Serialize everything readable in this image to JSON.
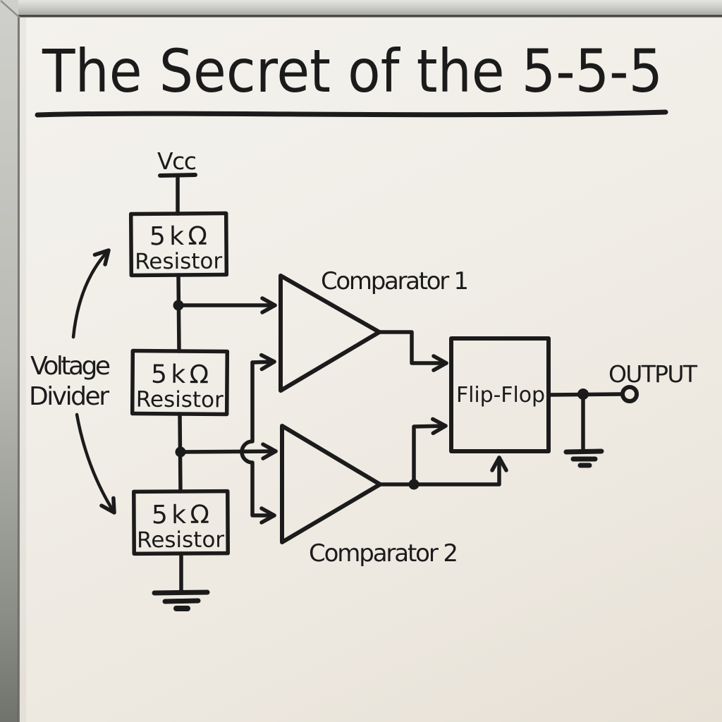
{
  "board": {
    "title": "The Secret of the 5-5-5",
    "colors": {
      "ink": "#1b1b1b",
      "board_background": "#f1eee8",
      "frame_light": "#d6d6d2",
      "frame_dark": "#70736d",
      "frame_seam": "#4a4a44"
    }
  },
  "divider": {
    "vcc_label": "Vcc",
    "label_line1": "Voltage",
    "label_line2": "Divider",
    "resistors": [
      {
        "value": "5kΩ",
        "name": "Resistor"
      },
      {
        "value": "5kΩ",
        "name": "Resistor"
      },
      {
        "value": "5kΩ",
        "name": "Resistor"
      }
    ]
  },
  "comparators": [
    {
      "label": "Comparator 1"
    },
    {
      "label": "Comparator 2"
    }
  ],
  "flip_flop": {
    "label": "Flip-Flop"
  },
  "output": {
    "label": "OUTPUT"
  }
}
